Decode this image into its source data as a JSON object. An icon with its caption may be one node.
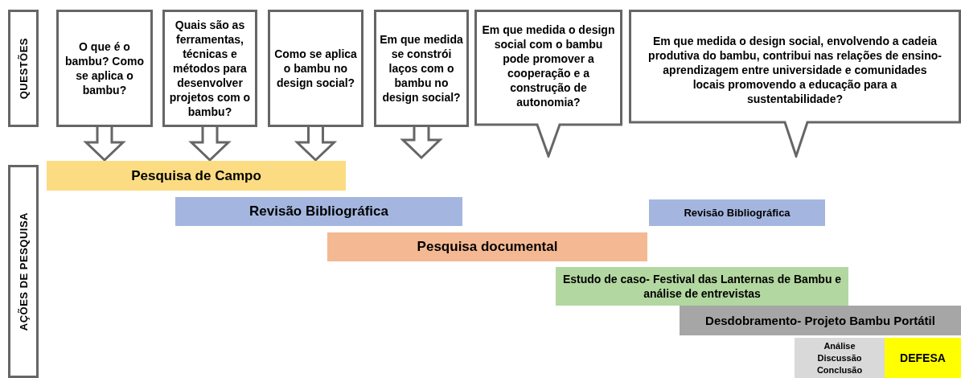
{
  "diagram": {
    "nodes": [
      {
        "text": [
          "QUESTÕES"
        ]
      },
      {
        "text": [
          "O que é o bambu? Como se aplica o bambu?"
        ]
      },
      {
        "text": [
          "Quais são as ferramentas, técnicas e métodos para desenvolver projetos com o bambu?"
        ]
      },
      {
        "text": [
          "Como se aplica o bambu no design social?"
        ]
      },
      {
        "text": [
          "Em que medida se constrói laços com o bambu no design social?"
        ]
      },
      {
        "text": [
          "Em que medida o design social com o bambu pode promover a cooperação e a construção de autonomia?"
        ]
      },
      {
        "text": [
          "Em que medida o design social, envolvendo a cadeia produtiva do bambu, contribui nas relações de ensino-aprendizagem entre universidade e comunidades locais promovendo a educação para a sustentabilidade?"
        ]
      },
      {
        "text": [
          "AÇÕES DE PESQUISA"
        ]
      },
      {
        "text": [
          "Pesquisa de Campo"
        ]
      },
      {
        "text": [
          "Revisão Bibliográfica"
        ]
      },
      {
        "text": [
          "Revisão Bibliográfica"
        ]
      },
      {
        "text": [
          "Pesquisa documental"
        ]
      },
      {
        "text": [
          "Estudo de caso- Festival das Lanternas de Bambu e análise de entrevistas"
        ]
      },
      {
        "text": [
          "Desdobramento- Projeto Bambu Portátil"
        ]
      },
      {
        "text": [
          "Análise Discussão Conclusão"
        ]
      },
      {
        "text": [
          "DEFESA"
        ]
      }
    ],
    "edges": [
      {
        "from": 1,
        "to": 8,
        "arrow": "to"
      },
      {
        "from": 2,
        "to": 8,
        "arrow": "to"
      },
      {
        "from": 3,
        "to": 8,
        "arrow": "to"
      },
      {
        "from": 4,
        "to": null,
        "arrow": "to"
      }
    ]
  }
}
